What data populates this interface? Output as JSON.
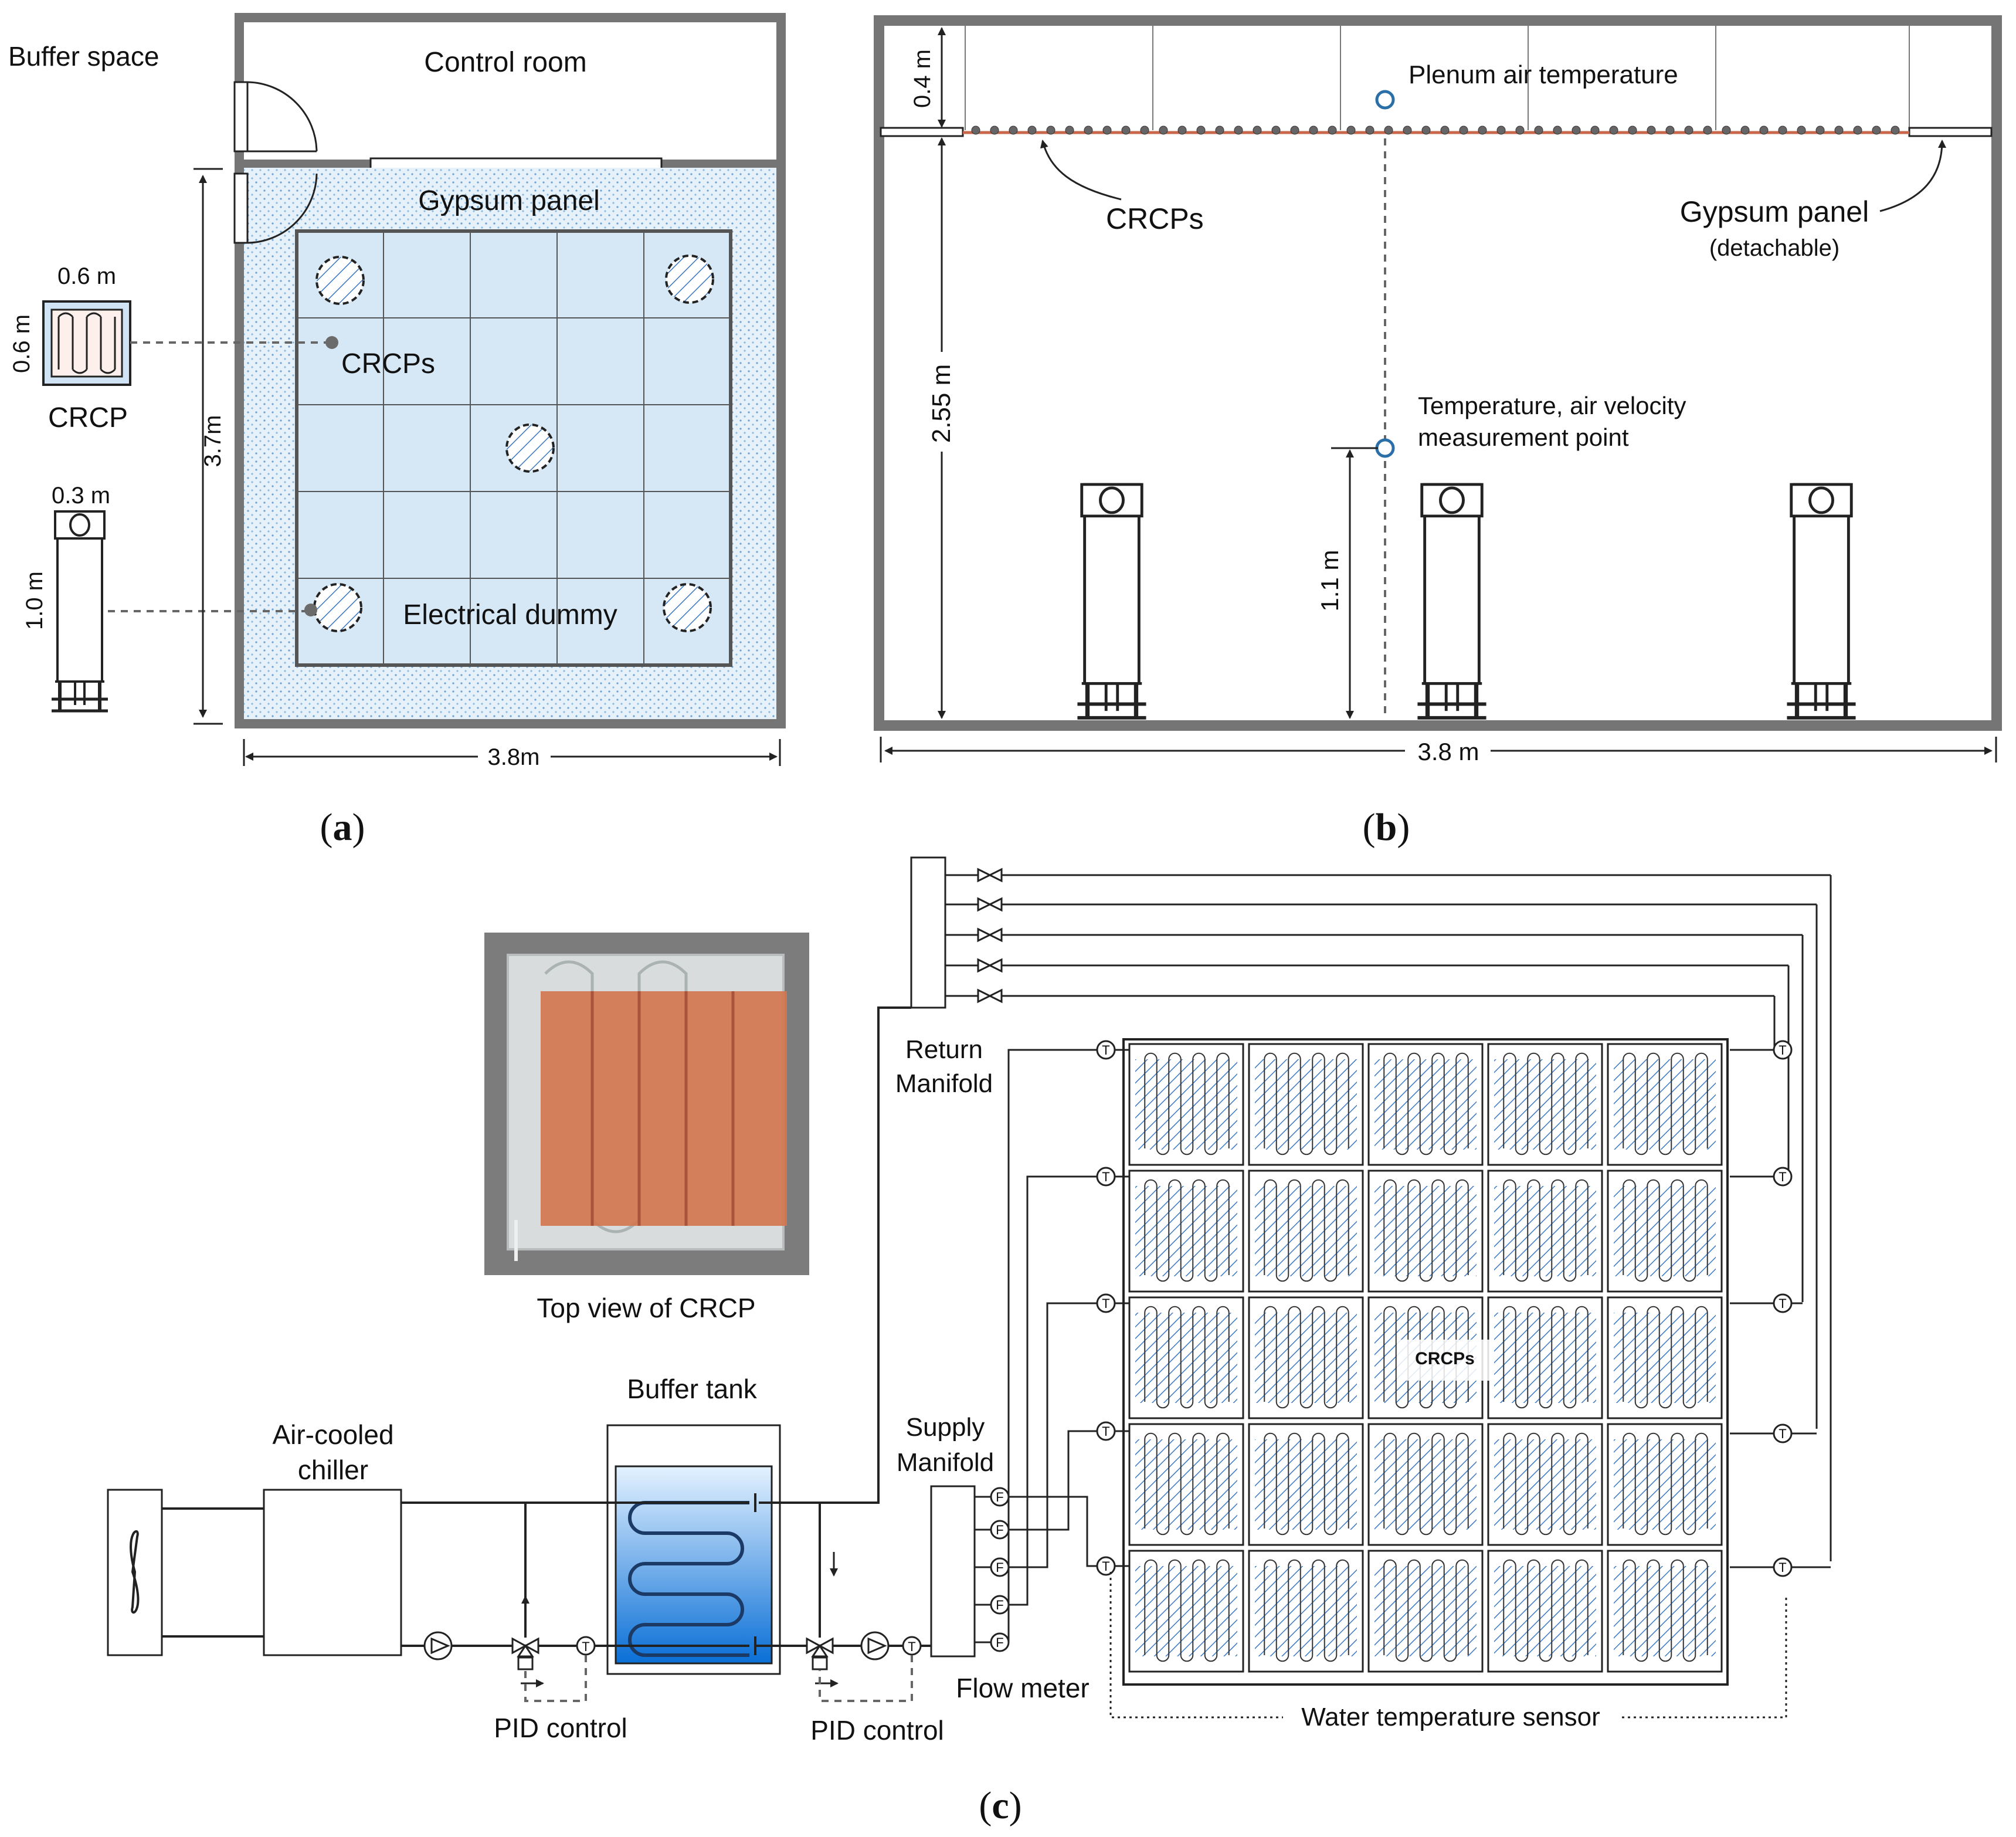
{
  "panel_a": {
    "buffer_space": "Buffer space",
    "control_room": "Control room",
    "gypsum_panel": "Gypsum panel",
    "crcps": "CRCPs",
    "electrical_dummy": "Electrical dummy",
    "crcp_width": "0.6 m",
    "crcp_height": "0.6 m",
    "crcp_label": "CRCP",
    "dummy_width": "0.3 m",
    "dummy_height": "1.0 m",
    "room_depth": "3.7m",
    "room_width": "3.8m",
    "caption_open": "(",
    "caption_letter": "a",
    "caption_close": ")"
  },
  "panel_b": {
    "plenum_height": "0.4 m",
    "plenum_air_temperature": "Plenum air temperature",
    "crcps": "CRCPs",
    "gypsum_panel": "Gypsum panel",
    "detachable": "(detachable)",
    "room_height": "2.55 m",
    "measurement_line1": "Temperature, air velocity",
    "measurement_line2": "measurement point",
    "measurement_height": "1.1 m",
    "room_width": "3.8 m",
    "caption_open": "(",
    "caption_letter": "b",
    "caption_close": ")"
  },
  "panel_c": {
    "photo_caption": "Top view of CRCP",
    "return_manifold_1": "Return",
    "return_manifold_2": "Manifold",
    "supply_manifold_1": "Supply",
    "supply_manifold_2": "Manifold",
    "buffer_tank": "Buffer tank",
    "chiller_1": "Air-cooled",
    "chiller_2": "chiller",
    "pid_control_1": "PID control",
    "pid_control_2": "PID control",
    "flow_meter": "Flow meter",
    "water_temperature_sensor": "Water temperature sensor",
    "crcps": "CRCPs",
    "t_symbol": "T",
    "f_symbol": "F",
    "caption_open": "(",
    "caption_letter": "c",
    "caption_close": ")"
  },
  "colors": {
    "wall": "#757575",
    "room_fill": "#dbeaf6",
    "panel_fill": "#d6e7f5",
    "hatch": "#3a78c2",
    "sensor": "#2a6fa8",
    "copper": "#c9674a",
    "tank_top": "#dcefff",
    "tank_bottom": "#0a6fd6"
  }
}
